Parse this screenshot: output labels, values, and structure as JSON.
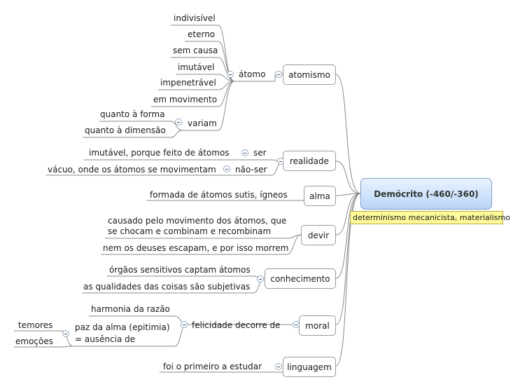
{
  "central": {
    "title": "Demócrito (-460/-360)",
    "note": "determinismo mecanicista, materialismo"
  },
  "branches": {
    "atomismo": "atomismo",
    "atomo": "átomo",
    "atomo_props": [
      "indivisível",
      "eterno",
      "sem causa",
      "imutável",
      "impenetrável",
      "em movimento"
    ],
    "variam": "variam",
    "variam_items": [
      "quanto à forma",
      "quanto à dimensão"
    ],
    "realidade": "realidade",
    "ser": "ser",
    "ser_detail": "imutável, porque feito de átomos",
    "nao_ser": "não-ser",
    "nao_ser_detail": "vácuo, onde os átomos se movimentam",
    "alma": "alma",
    "alma_detail": "formada de átomos sutis, ígneos",
    "devir": "devir",
    "devir_detail_1": "causado pelo movimento dos átomos, que",
    "devir_detail_2": "se chocam e combinam e recombinam",
    "devir_detail_3": "nem os deuses escapam, e por isso morrem",
    "conhecimento": "conhecimento",
    "conhecimento_1": "órgãos sensitivos captam átomos",
    "conhecimento_2": "as qualidades das coisas são subjetivas",
    "moral": "moral",
    "felicidade": "felicidade decorre de",
    "harmonia": "harmonia da razão",
    "paz_1": "paz da alma (epitimia)",
    "paz_2": "= ausência de",
    "temores": "temores",
    "emocoes": "emoções",
    "linguagem": "linguagem",
    "linguagem_detail": "foi o primeiro a estudar"
  }
}
